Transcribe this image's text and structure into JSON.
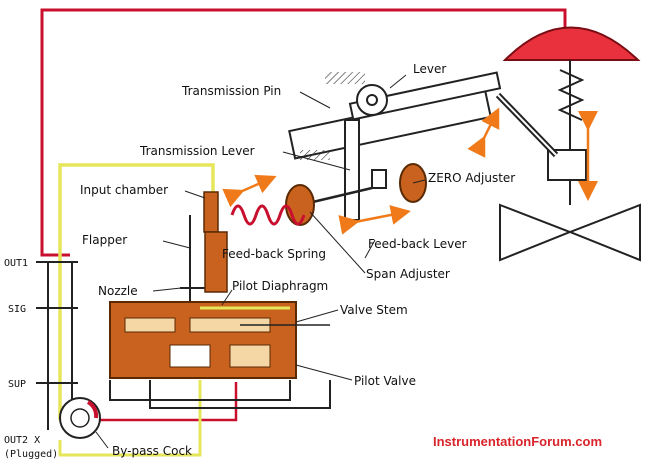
{
  "labels": {
    "lever": "Lever",
    "transmission_pin": "Transmission Pin",
    "transmission_lever": "Transmission Lever",
    "zero_adjuster": "ZERO Adjuster",
    "input_chamber": "Input chamber",
    "flapper": "Flapper",
    "feedback_spring": "Feed-back Spring",
    "feedback_lever": "Feed-back Lever",
    "span_adjuster": "Span Adjuster",
    "nozzle": "Nozzle",
    "pilot_diaphragm": "Pilot Diaphragm",
    "valve_stem": "Valve Stem",
    "pilot_valve": "Pilot Valve",
    "bypass_cock": "By-pass Cock"
  },
  "ports": {
    "out1": "OUT1",
    "sig": "SIG",
    "sup": "SUP",
    "out2": "OUT2 X",
    "out2_note": "(Plugged)"
  },
  "watermark": "InstrumentationForum.com",
  "colors": {
    "signal_line": "#c8102e",
    "supply_line": "#e6e65a",
    "actuator_dome": "#e8313c",
    "motion_arrow": "#f07a1a",
    "pilot_body": "#b5651d",
    "watermark": "#d9252b"
  }
}
